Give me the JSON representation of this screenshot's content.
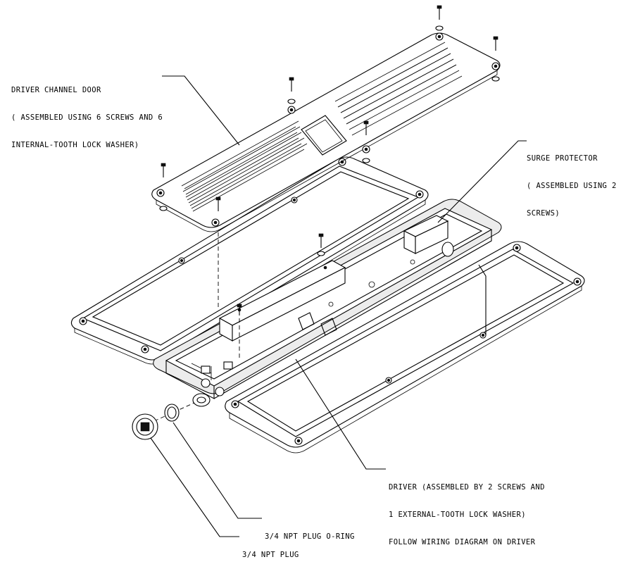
{
  "callouts": {
    "driver_channel_door": {
      "line1": "DRIVER CHANNEL DOOR",
      "line2": "( ASSEMBLED USING 6 SCREWS AND 6",
      "line3": "INTERNAL-TOOTH LOCK WASHER)"
    },
    "surge_protector": {
      "line1": "SURGE PROTECTOR",
      "line2": "( ASSEMBLED USING 2",
      "line3": "SCREWS)"
    },
    "driver": {
      "line1": "DRIVER (ASSEMBLED BY 2 SCREWS AND",
      "line2": "1 EXTERNAL-TOOTH LOCK WASHER)",
      "line3": "FOLLOW WIRING DIAGRAM ON DRIVER"
    },
    "plug_oring": {
      "line1": "3/4 NPT PLUG O-RING"
    },
    "npt_plug": {
      "line1": "3/4 NPT PLUG"
    }
  }
}
